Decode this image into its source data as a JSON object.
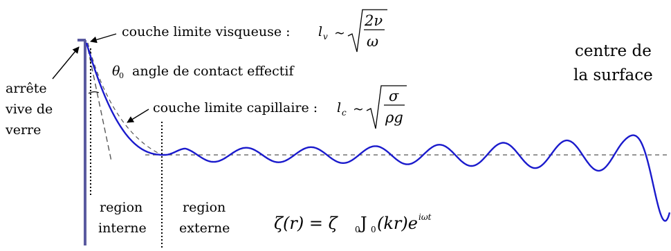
{
  "labels": {
    "glass_edge": [
      "arrête",
      "vive de",
      "verre"
    ],
    "viscous": "couche limite visqueuse : ",
    "viscous_sym": "l",
    "viscous_sub": "v",
    "viscous_tilde": "~",
    "viscous_num": "2ν",
    "viscous_den": "ω",
    "contact_sym": "θ",
    "contact_sub": "0",
    "contact": "angle de contact effectif",
    "capillary": "couche limite capillaire : ",
    "capillary_sym": "l",
    "capillary_sub": "c",
    "capillary_tilde": "~",
    "capillary_num": "σ",
    "capillary_den": "ρg",
    "center": [
      "centre de",
      "la surface"
    ],
    "inner": [
      "region",
      "interne"
    ],
    "outer": [
      "region",
      "externe"
    ],
    "formula": {
      "lhs": "ζ(r) = ζ",
      "lhs_sub": "0",
      "bessel": "J",
      "bessel_sub": "0",
      "arg": "(kr)e",
      "exp": "iωt"
    }
  },
  "colors": {
    "wave": "#1a1acc",
    "wall": "#5a5aa0",
    "dashed": "#555555",
    "text": "#000000"
  }
}
